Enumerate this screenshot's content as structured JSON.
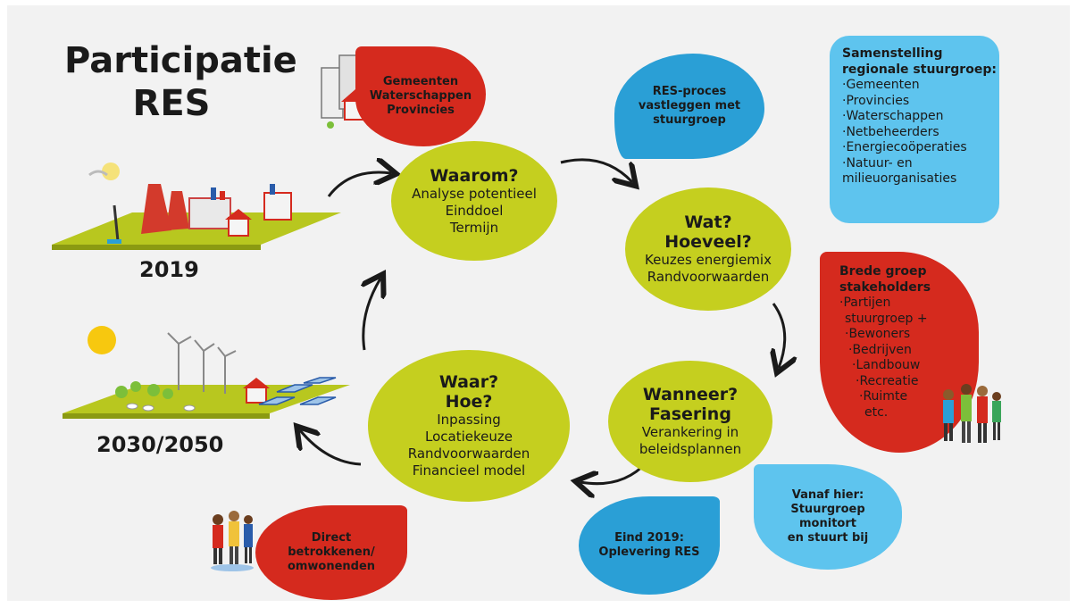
{
  "title": {
    "line1": "Participatie",
    "line2": "RES"
  },
  "years": {
    "current": "2019",
    "future": "2030/2050"
  },
  "ovals": {
    "waarom": {
      "heading": "Waarom?",
      "lines": [
        "Analyse potentieel",
        "Einddoel",
        "Termijn"
      ]
    },
    "wat": {
      "heading1": "Wat?",
      "heading2": "Hoeveel?",
      "lines": [
        "Keuzes energiemix",
        "Randvoorwaarden"
      ]
    },
    "wanneer": {
      "heading1": "Wanneer?",
      "heading2": "Fasering",
      "lines": [
        "Verankering in",
        "beleidsplannen"
      ]
    },
    "waar": {
      "heading1": "Waar?",
      "heading2": "Hoe?",
      "lines": [
        "Inpassing",
        "Locatiekeuze",
        "Randvoorwaarden",
        "Financieel model"
      ]
    }
  },
  "bubbles": {
    "gemeenten": [
      "Gemeenten",
      "Waterschappen",
      "Provincies"
    ],
    "res_proces": [
      "RES-proces",
      "vastleggen met",
      "stuurgroep"
    ],
    "eind": [
      "Eind 2019:",
      "Oplevering RES"
    ],
    "direct": [
      "Direct",
      "betrokkenen/",
      "omwonenden"
    ],
    "vanaf": [
      "Vanaf hier:",
      "Stuurgroep",
      "monitort",
      "en stuurt bij"
    ]
  },
  "samenstelling": {
    "heading": [
      "Samenstelling",
      "regionale stuurgroep:"
    ],
    "items": [
      "·Gemeenten",
      "·Provincies",
      "·Waterschappen",
      "·Netbeheerders",
      "·Energiecoöperaties",
      "·Natuur- en",
      "milieuorganisaties"
    ]
  },
  "brede": {
    "heading": [
      "Brede groep",
      "stakeholders"
    ],
    "items": [
      "·Partijen",
      "stuurgroep +",
      "·Bewoners",
      "·Bedrijven",
      "·Landbouw",
      "·Recreatie",
      "·Ruimte",
      "etc."
    ]
  },
  "colors": {
    "oval": "#c5cf1f",
    "red": "#d52a1e",
    "blue": "#2a9fd6",
    "lightblue": "#5ec4ee",
    "background": "#f2f2f2"
  },
  "icons": [
    "city-buildings-icon",
    "industry-scene-icon",
    "sustainable-scene-icon",
    "sun-icon",
    "people-group-icon",
    "cycle-arrow-icon"
  ]
}
